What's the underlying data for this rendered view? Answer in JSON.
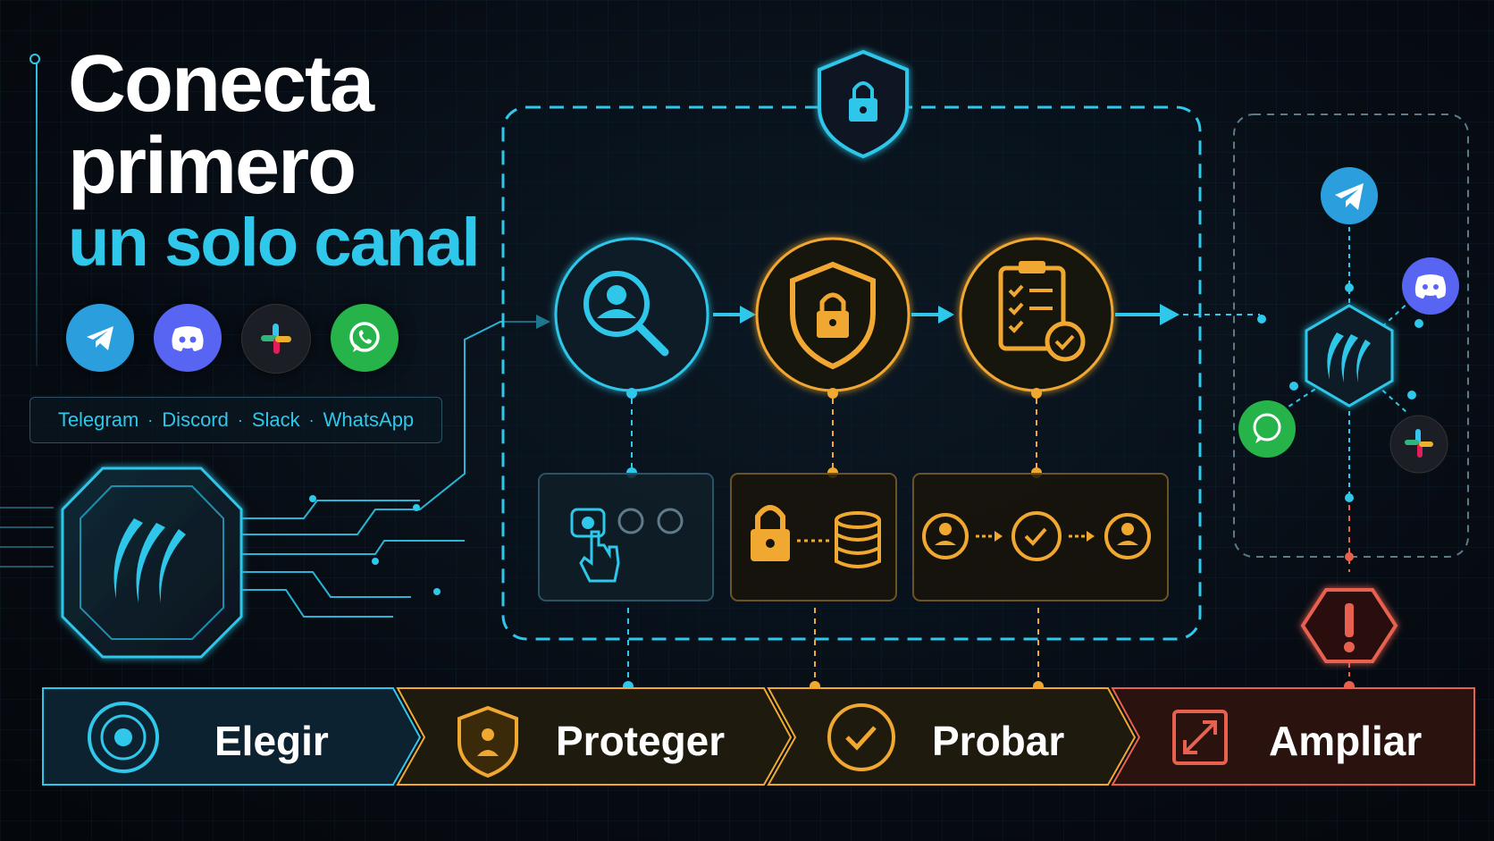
{
  "title": {
    "line1": "Conecta",
    "line2": "primero",
    "line3": "un solo canal"
  },
  "channels": [
    {
      "name": "Telegram",
      "icon": "telegram-icon",
      "color": "#2b9fde"
    },
    {
      "name": "Discord",
      "icon": "discord-icon",
      "color": "#5865f2"
    },
    {
      "name": "Slack",
      "icon": "slack-icon",
      "color": "#1b1f25"
    },
    {
      "name": "WhatsApp",
      "icon": "whatsapp-icon",
      "color": "#25b34a"
    }
  ],
  "channel_chips": {
    "items": [
      "Telegram",
      "Discord",
      "Slack",
      "WhatsApp"
    ],
    "separator": "·"
  },
  "flow_steps": [
    {
      "icon": "user-search-icon",
      "detail_icon": "selection-pointer-icon",
      "color": "#2fc7ea"
    },
    {
      "icon": "shield-lock-icon",
      "detail_icon": "lock-database-icon",
      "color": "#f0a830"
    },
    {
      "icon": "checklist-icon",
      "detail_icon": "user-verify-user-icon",
      "color": "#f0a830"
    }
  ],
  "security_icon": "shield-lock-icon",
  "expansion": {
    "hub_icon": "claw-logo-icon",
    "channels": [
      "telegram-icon",
      "discord-icon",
      "whatsapp-icon",
      "slack-icon"
    ],
    "warning_icon": "warning-icon"
  },
  "stages": [
    {
      "label": "Elegir",
      "icon": "target-icon",
      "color": "#2fc7ea"
    },
    {
      "label": "Proteger",
      "icon": "shield-user-icon",
      "color": "#f0a830"
    },
    {
      "label": "Probar",
      "icon": "check-circle-icon",
      "color": "#f0a830"
    },
    {
      "label": "Ampliar",
      "icon": "expand-arrows-icon",
      "color": "#e8614f"
    }
  ],
  "colors": {
    "accent": "#2fc7ea",
    "warn": "#f0a830",
    "danger": "#e8614f",
    "background": "#070c13"
  }
}
